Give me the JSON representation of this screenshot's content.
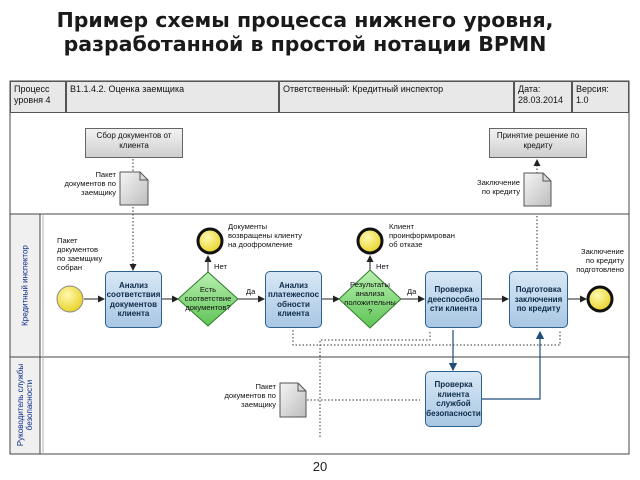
{
  "title": {
    "line1": "Пример схемы процесса нижнего уровня,",
    "line2": "разработанной в простой нотации BPMN"
  },
  "header": {
    "level_1": "Процесс",
    "level_2": "уровня 4",
    "process": "В1.1.4.2.  Оценка заемщика",
    "responsible": "Ответственный: Кредитный инспектор",
    "date_label": "Дата:",
    "date_value": "28.03.2014",
    "version_label": "Версия:",
    "version_value": "1.0"
  },
  "lanes": {
    "top_1": "Кредитный инспектор",
    "bottom_1": "Руководитель службы",
    "bottom_2": "безопасности"
  },
  "external": {
    "collect_1": "Сбор документов от",
    "collect_2": "клиента",
    "decision_1": "Принятие решение по",
    "decision_2": "кредиту"
  },
  "documents": {
    "pkg_top_1": "Пакет",
    "pkg_top_2": "документов по",
    "pkg_top_3": "заемщику",
    "conclusion_top_1": "Заключение",
    "conclusion_top_2": "по кредиту",
    "pkg_collected_1": "Пакет",
    "pkg_collected_2": "документов",
    "pkg_collected_3": "по заемщику",
    "pkg_collected_4": "собран",
    "returned_1": "Документы",
    "returned_2": "возвращены клиенту",
    "returned_3": "на доофромление",
    "informed_1": "Клиент",
    "informed_2": "проинформирован",
    "informed_3": "об отказе",
    "conclusion_end_1": "Заключение",
    "conclusion_end_2": "по кредиту",
    "conclusion_end_3": "подготовлено",
    "pkg_bottom_1": "Пакет",
    "pkg_bottom_2": "документов по",
    "pkg_bottom_3": "заемщику"
  },
  "tasks": {
    "t1": [
      "Анализ",
      "соответствия",
      "документов",
      "клиента"
    ],
    "t2": [
      "Анализ",
      "платежеспос",
      "обности",
      "клиента"
    ],
    "t3": [
      "Проверка",
      "дееспособно",
      "сти клиента"
    ],
    "t4": [
      "Подготовка",
      "заключения",
      "по кредиту"
    ],
    "t5": [
      "Проверка",
      "клиента",
      "службой",
      "безопасности"
    ]
  },
  "gateways": {
    "g1": [
      "Есть",
      "соответствие",
      "документов?"
    ],
    "g2": [
      "Результаты",
      "анализа",
      "положительны",
      "?"
    ],
    "no": "Нет",
    "yes": "Да"
  },
  "page_number": "20",
  "colors": {
    "event": "#f2e23a",
    "event_end_border": "#1a1a1a",
    "gateway": "#7cd672",
    "task": "#a9c7e3",
    "lane_bg": "#ffffff",
    "lane_label": "#0b2c8a"
  }
}
